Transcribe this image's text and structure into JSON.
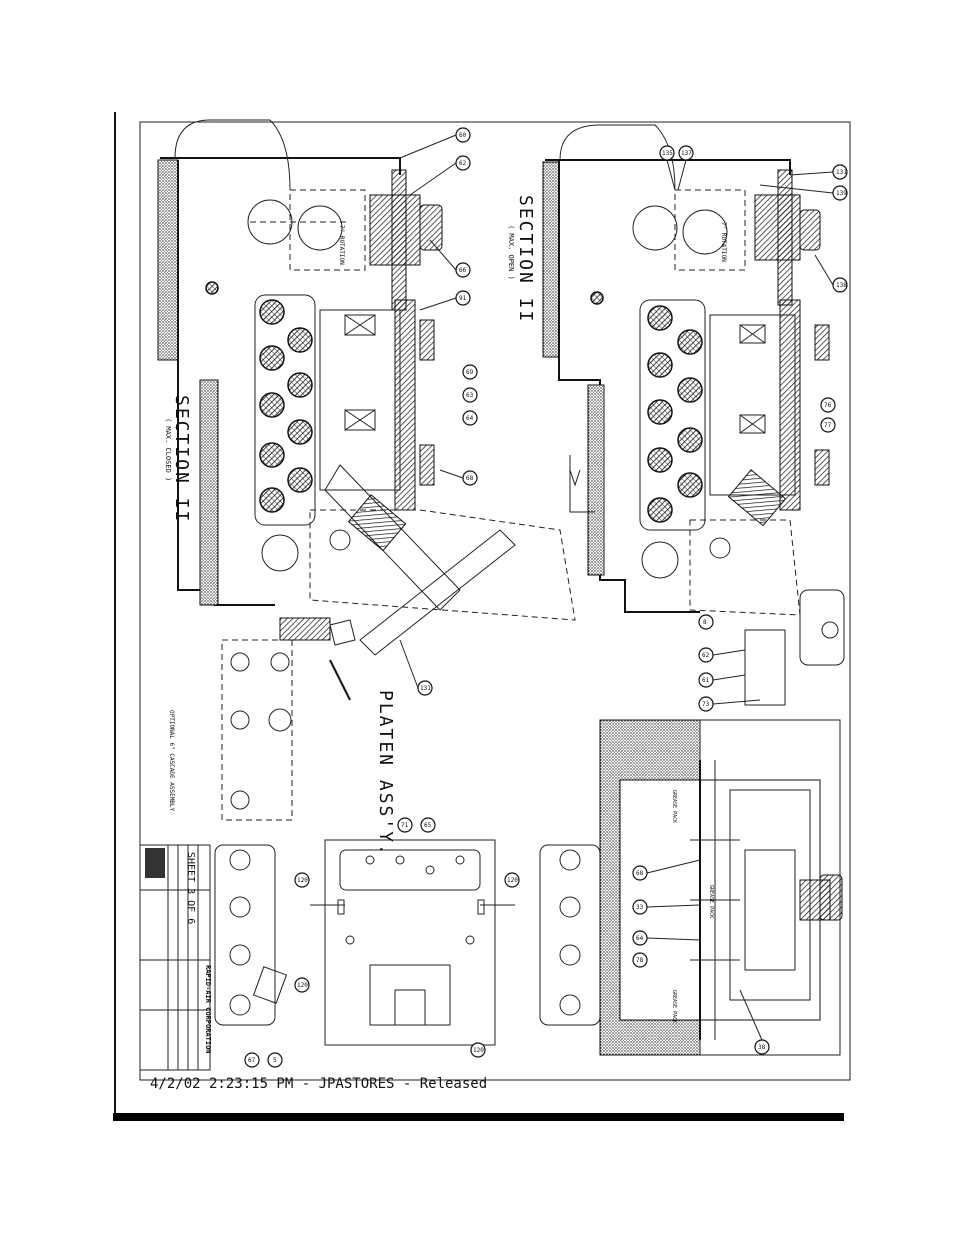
{
  "drawing": {
    "section_left": {
      "title": "SECTION II",
      "note": "( MAX. CLOSED )"
    },
    "section_right": {
      "title": "SECTION II",
      "note": "( MAX. OPEN )"
    },
    "platen_title": "PLATEN ASS'Y.",
    "cascade_note": "OPTIONAL 6\" CASCADE ASSEMBLY",
    "rotation_label": "7° ROTATION",
    "grease_label": "GREASE PACK",
    "sheet_label": "SHEET 3 OF 6",
    "company": "RAPID-AIR CORPORATION",
    "footer": "4/2/02 2:23:15 PM - JPASTORES - Released",
    "balloons_left": [
      "60",
      "62",
      "66",
      "91",
      "69",
      "63",
      "64",
      "68",
      "131"
    ],
    "balloons_right": [
      "135",
      "137",
      "131",
      "139",
      "138",
      "76",
      "77",
      "8",
      "62",
      "61",
      "73"
    ],
    "balloons_platen": [
      "71",
      "65",
      "120",
      "120",
      "120",
      "120",
      "67",
      "5"
    ],
    "balloons_bottom": [
      "68",
      "33",
      "64",
      "78",
      "38"
    ]
  }
}
